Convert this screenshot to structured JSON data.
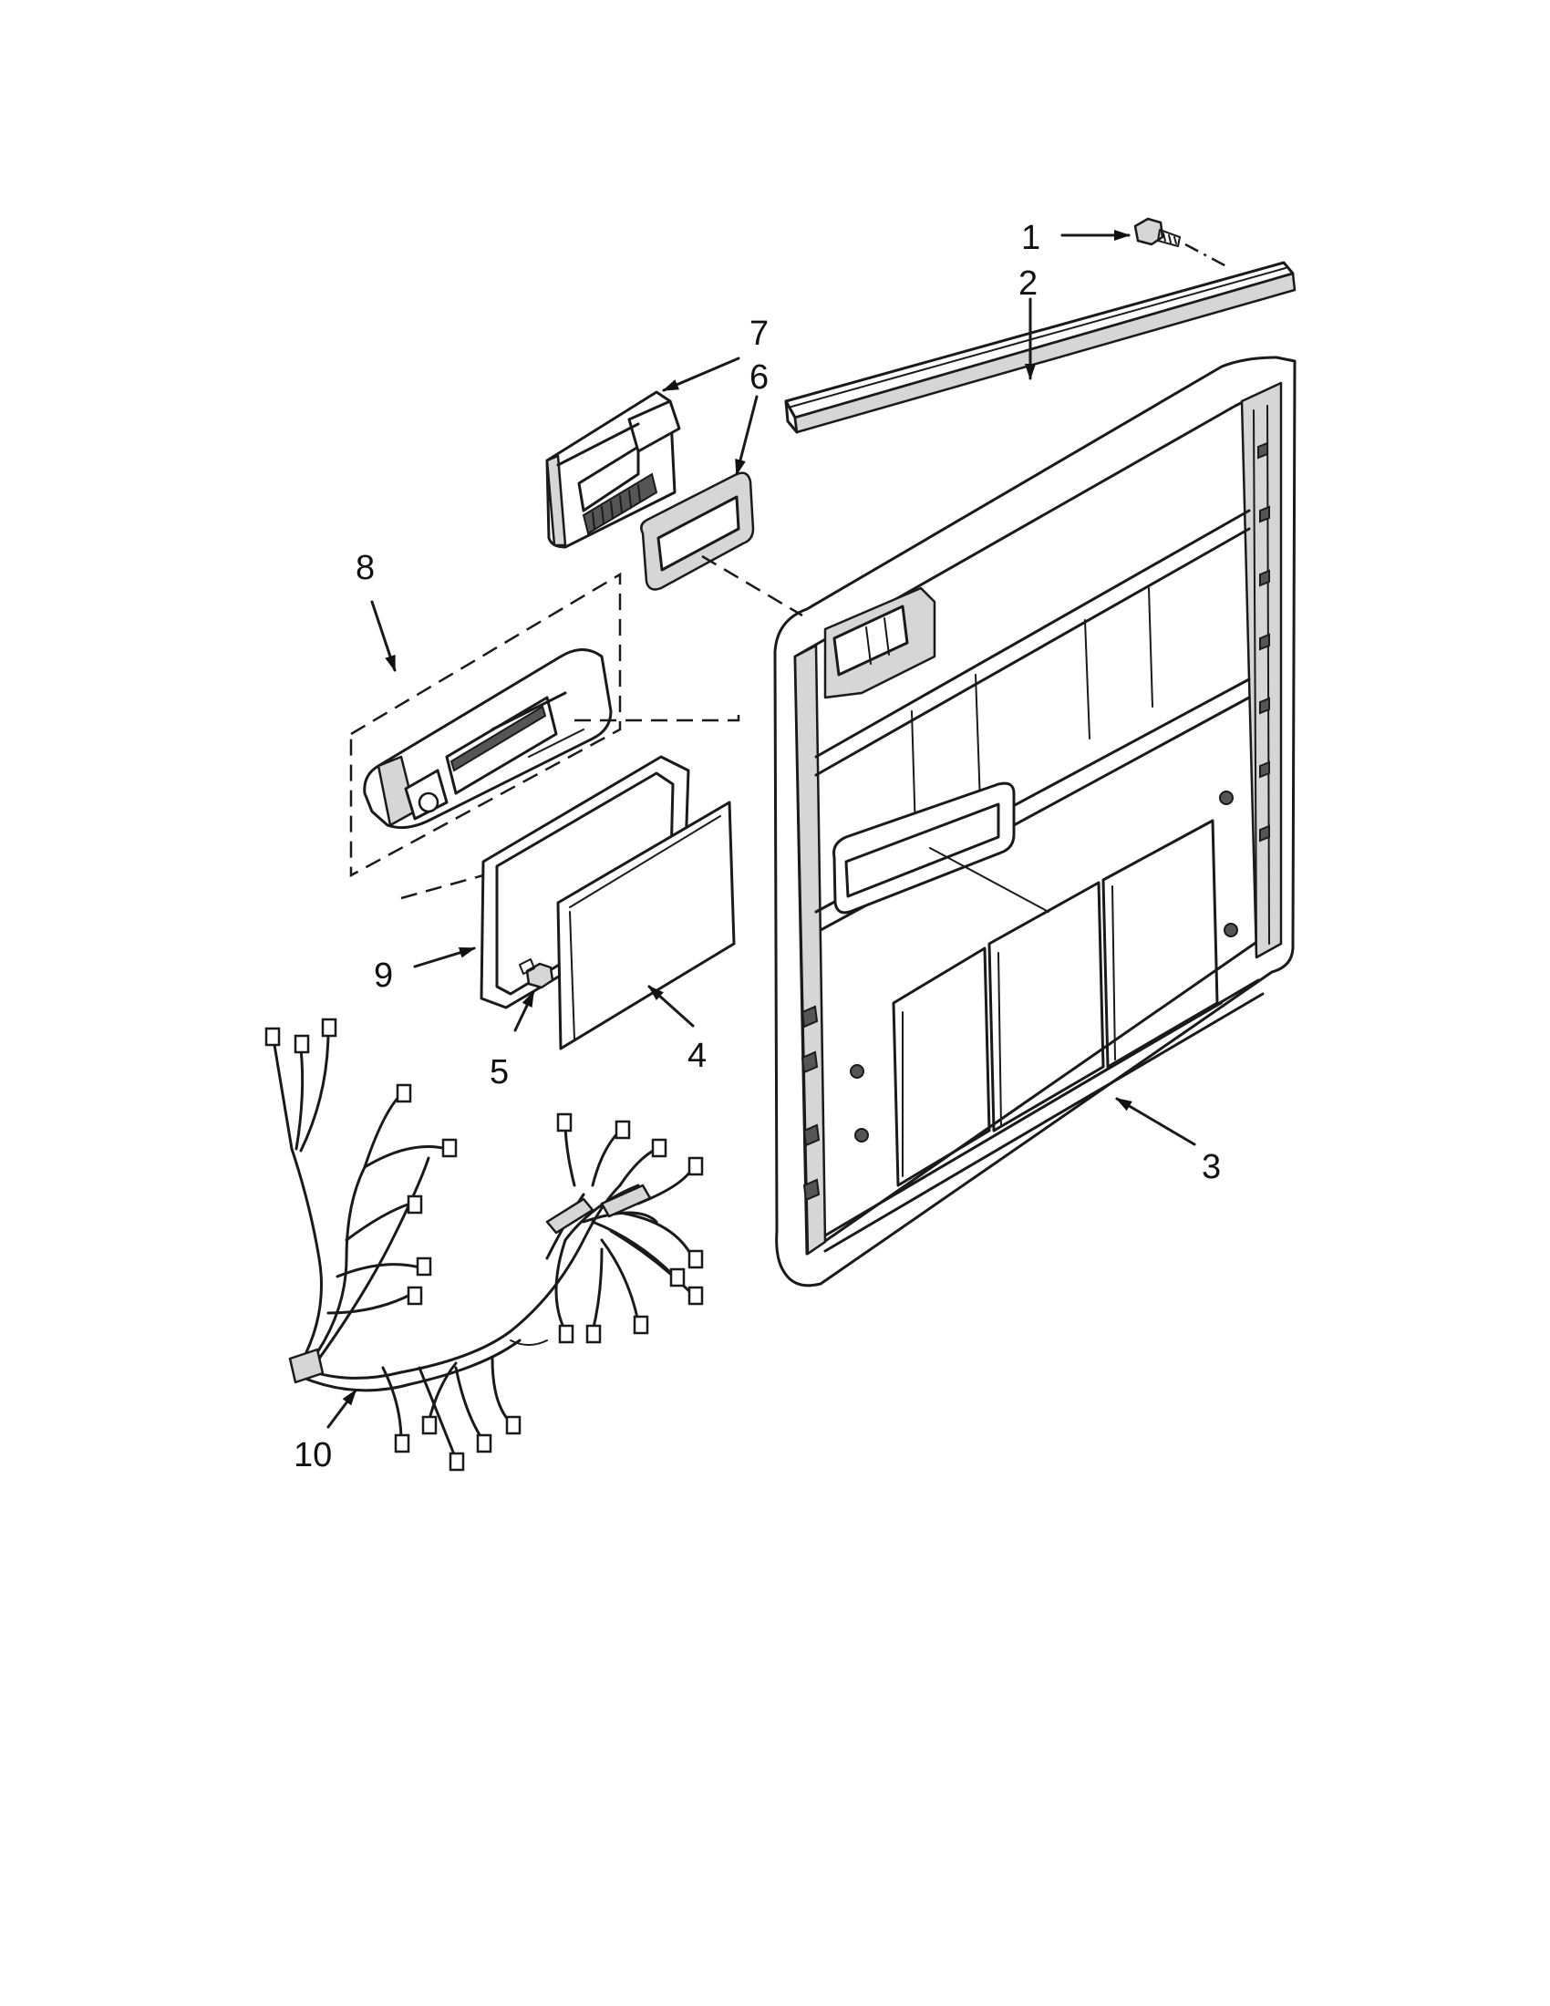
{
  "diagram": {
    "part_numbers": [
      "1",
      "2",
      "3",
      "4",
      "5",
      "6",
      "7",
      "8",
      "9",
      "10"
    ]
  }
}
